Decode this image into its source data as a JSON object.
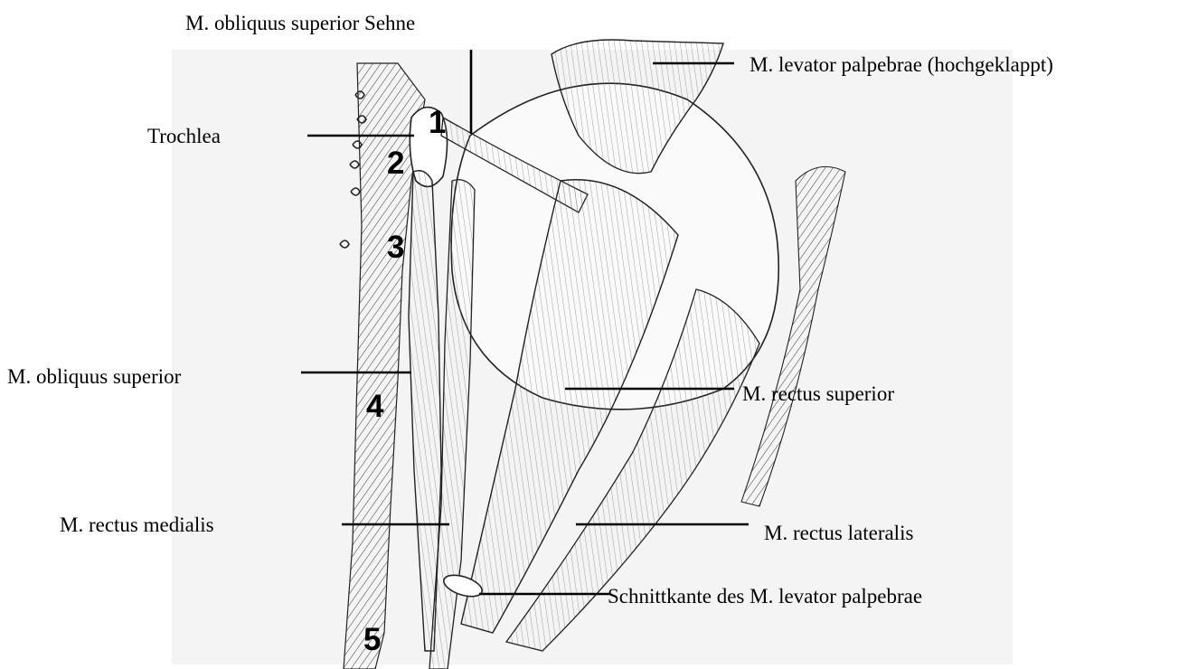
{
  "labels": {
    "obliquus_superior_tendon": "M. obliquus superior Sehne",
    "levator_palpebrae": "M. levator palpebrae (hochgeklappt)",
    "trochlea": "Trochlea",
    "obliquus_superior": "M. obliquus superior",
    "rectus_superior": "M. rectus superior",
    "rectus_medialis": "M. rectus medialis",
    "rectus_lateralis": "M. rectus lateralis",
    "levator_cut_edge": "Schnittkante des M. levator palpebrae"
  },
  "numbers": {
    "n1": "1",
    "n2": "2",
    "n3": "3",
    "n4": "4",
    "n5": "5"
  },
  "colors": {
    "ink": "#1a1a1a",
    "leader": "#000000",
    "paper": "#ffffff",
    "wash": "#f2f2f2"
  }
}
